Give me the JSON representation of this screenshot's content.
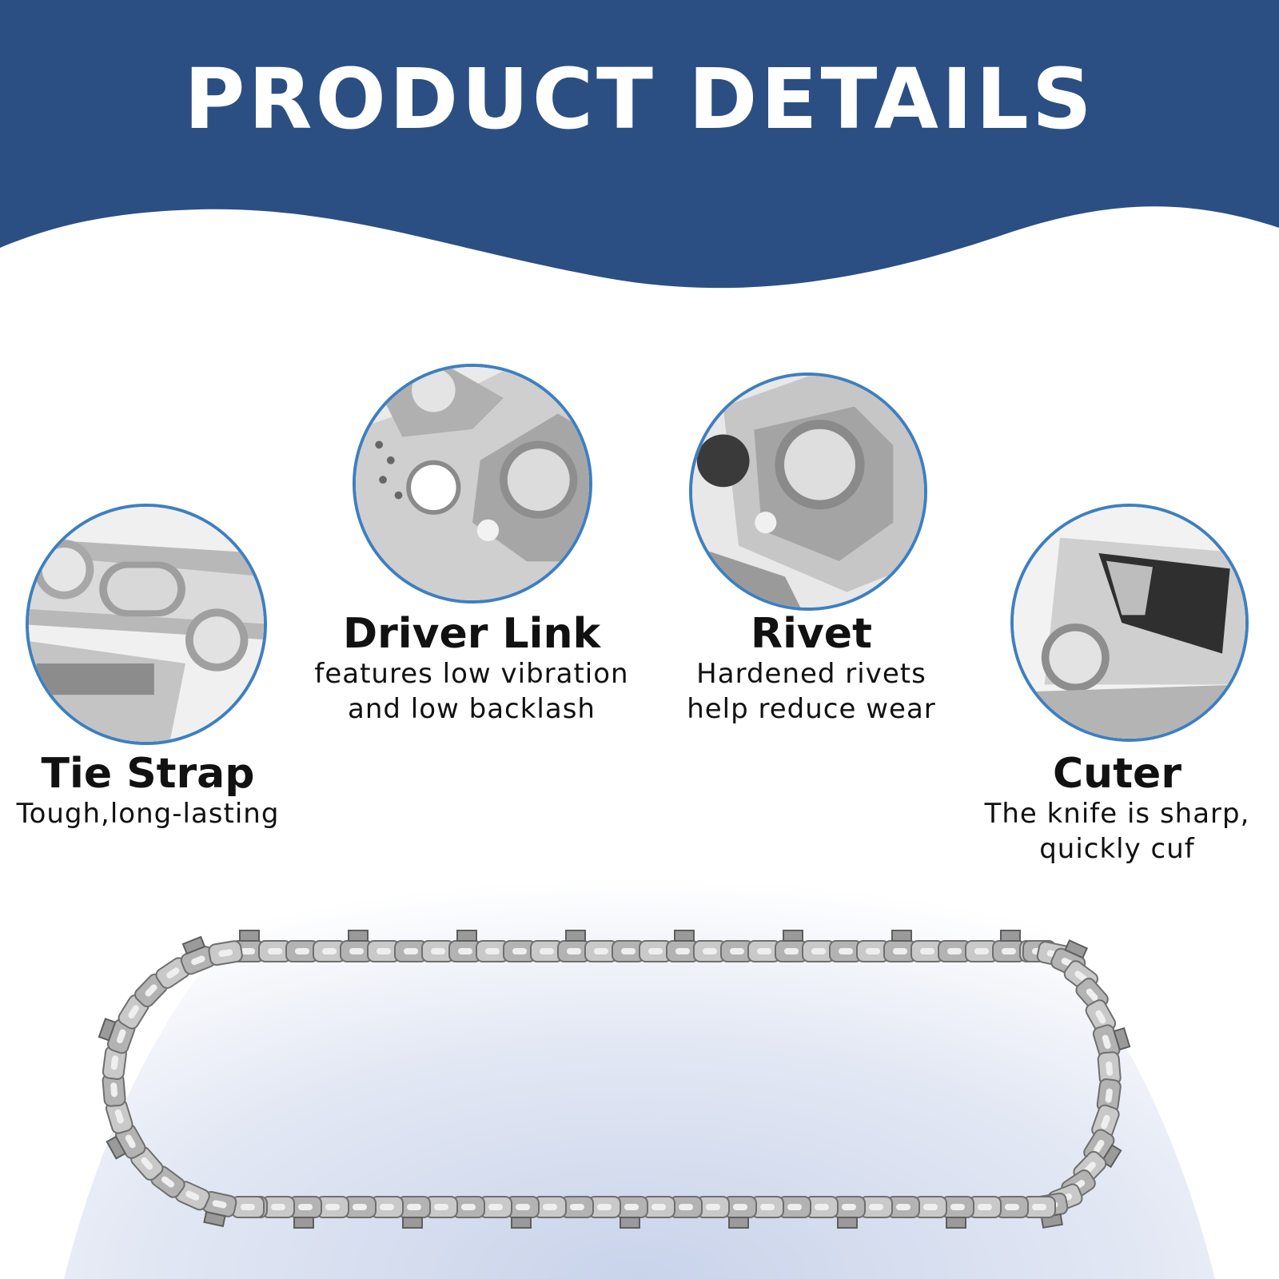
{
  "header": {
    "title": "PRODUCT DETAILS"
  },
  "colors": {
    "banner": "#2b4f83",
    "circle_border": "#3e7fc0",
    "glow": "#d6deef"
  },
  "features": [
    {
      "name": "Tie Strap",
      "desc_lines": [
        "Tough,long-lasting"
      ],
      "icon": "tie-strap-closeup"
    },
    {
      "name": "Driver Link",
      "desc_lines": [
        "features low vibration",
        "and low backlash"
      ],
      "icon": "driver-link-closeup"
    },
    {
      "name": "Rivet",
      "desc_lines": [
        "Hardened rivets",
        "help reduce wear"
      ],
      "icon": "rivet-closeup"
    },
    {
      "name": "Cuter",
      "desc_lines": [
        "The knife is sharp,",
        "quickly cuf"
      ],
      "icon": "cutter-closeup"
    }
  ],
  "product_image": {
    "icon": "saw-chain-loop"
  }
}
